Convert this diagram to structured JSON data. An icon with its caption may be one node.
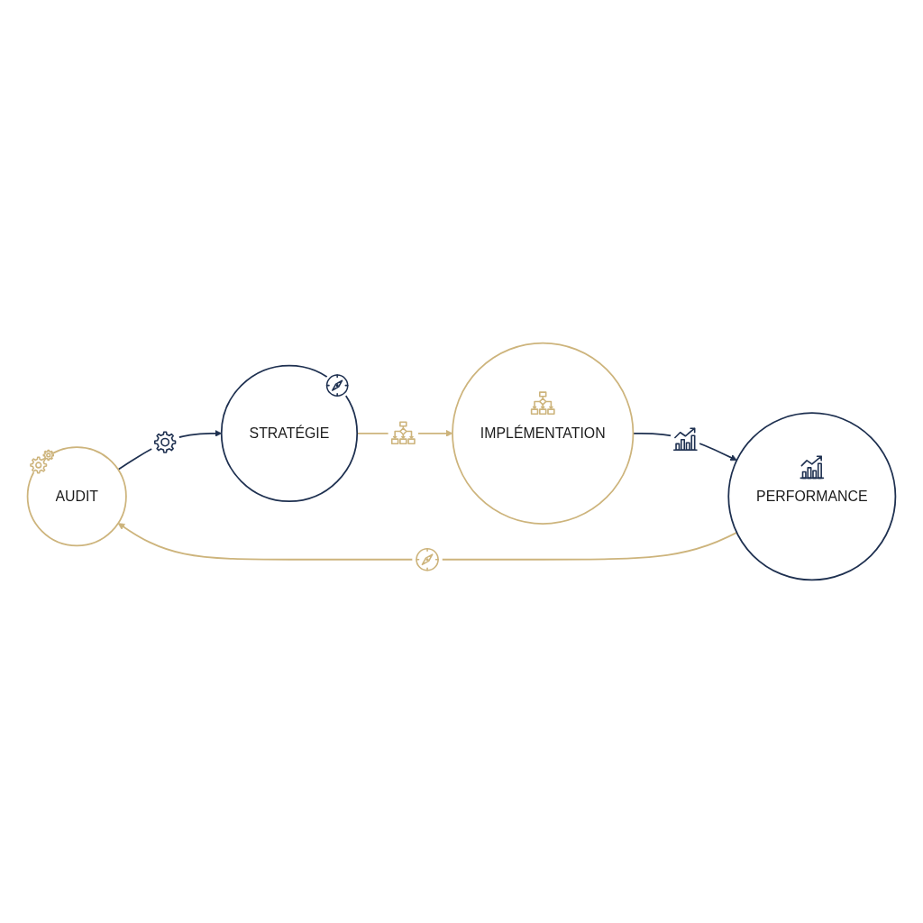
{
  "diagram": {
    "nodes": [
      {
        "text": [
          "AUDIT"
        ]
      },
      {
        "text": [
          "STRATÉGIE"
        ]
      },
      {
        "text": [
          "IMPLÉMENTATION"
        ]
      },
      {
        "text": [
          "PERFORMANCE"
        ]
      }
    ],
    "edges": [
      {
        "from": 0,
        "to": 1,
        "arrow": "to",
        "color": "#1e3050"
      },
      {
        "from": 1,
        "to": 2,
        "arrow": "to",
        "color": "#cdb47c"
      },
      {
        "from": 2,
        "to": 3,
        "arrow": "to",
        "color": "#1e3050"
      },
      {
        "from": 3,
        "to": 0,
        "arrow": "to",
        "color": "#cdb47c"
      }
    ]
  }
}
